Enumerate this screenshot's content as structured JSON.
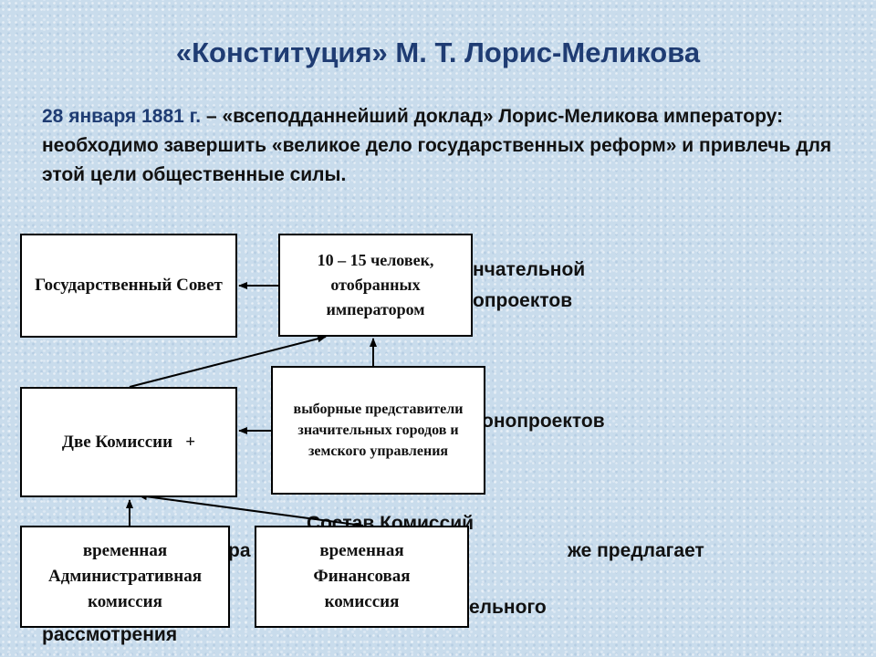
{
  "title": "«Конституция» М. Т. Лорис-Меликова",
  "intro": {
    "date": "28 января 1881 г.",
    "text": " – «всеподданнейший доклад» Лорис-Меликова императору: необходимо завершить «великое дело государственных реформ» и привлечь для этой цели общественные силы."
  },
  "background_fragments": [
    "нчательной",
    "опроектов",
    "онопроектов",
    "Состав Комиссий",
    "ра",
    "же предлагает",
    "ельного",
    "рассмотрения"
  ],
  "boxes": {
    "gos_sovet": "Государственный Совет",
    "selected": "10 – 15 человек, отобранных императором",
    "two_commissions": "Две Комиссии   +",
    "elected": "выборные представители значительных городов и земского управления",
    "admin": "временная Административная комиссия",
    "finance": "временная Финансовая комиссия"
  }
}
